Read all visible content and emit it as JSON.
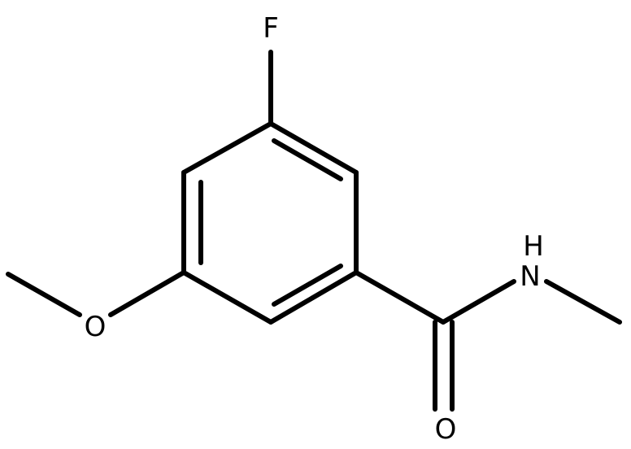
{
  "molecule": {
    "atoms": {
      "fluorine": "F",
      "oxygen_methoxy": "O",
      "oxygen_carbonyl": "O",
      "nitrogen": "N",
      "nitrogen_hydrogen": "H"
    },
    "colors": {
      "bond": "#000000",
      "label": "#000000",
      "background": "#ffffff"
    }
  }
}
